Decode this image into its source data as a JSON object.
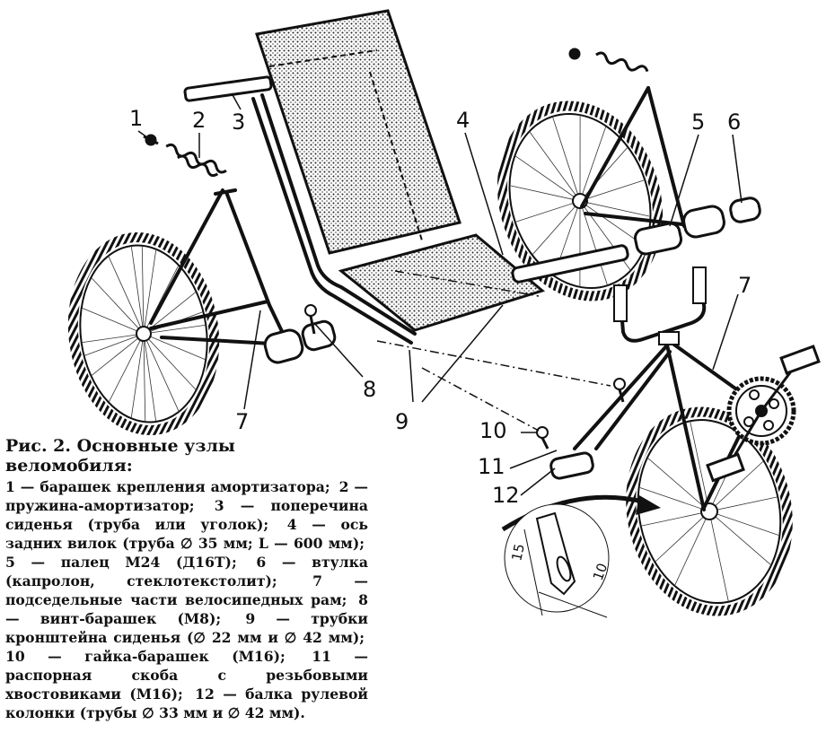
{
  "figure": {
    "caption_title": "Рис. 2. Основные узлы веломобиля:",
    "legend": [
      {
        "n": "1",
        "text": "1 — барашек крепления амортизатора;"
      },
      {
        "n": "2",
        "text": "2 — пружина-амортизатор;"
      },
      {
        "n": "3",
        "text": "3 — поперечина сиденья (труба или уголок);"
      },
      {
        "n": "4",
        "text": "4 — ось задних вилок (труба ∅ 35 мм; L — 600 мм);"
      },
      {
        "n": "5",
        "text": "5 — палец М24 (Д16Т);"
      },
      {
        "n": "6",
        "text": "6 — втулка (капролон, стеклотекстолит);"
      },
      {
        "n": "7",
        "text": "7 — подседельные части велосипедных рам;"
      },
      {
        "n": "8",
        "text": "8 — винт-барашек (М8);"
      },
      {
        "n": "9",
        "text": "9 — трубки кронштейна сиденья (∅ 22 мм и ∅ 42 мм);"
      },
      {
        "n": "10",
        "text": "10 — гайка-барашек (М16);"
      },
      {
        "n": "11",
        "text": "11 — распорная скоба с резьбовыми хвостовиками (М16);"
      },
      {
        "n": "12",
        "text": "12 — балка рулевой колонки (трубы ∅ 33 мм и ∅ 42 мм)."
      }
    ],
    "callouts": {
      "c1": "1",
      "c2": "2",
      "c3": "3",
      "c4": "4",
      "c5": "5",
      "c6": "6",
      "c7a": "7",
      "c7b": "7",
      "c8": "8",
      "c9": "9",
      "c10": "10",
      "c11": "11",
      "c12": "12"
    },
    "detail_dims": {
      "d15": "15",
      "d10": "10"
    }
  }
}
